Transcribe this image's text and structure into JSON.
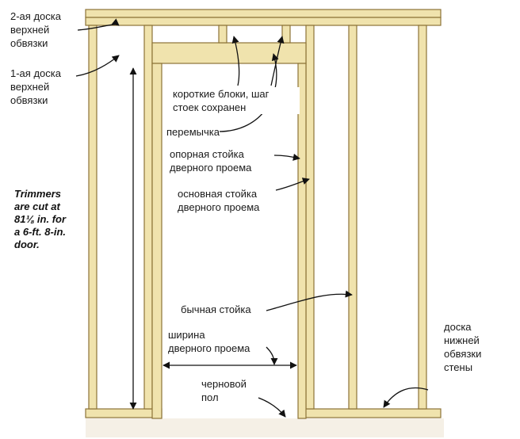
{
  "colors": {
    "wood": "#f0e3ad",
    "wood_edge": "#8c7338",
    "wood_dark": "#d9c47f",
    "line": "#111111",
    "floor": "#efe6d6"
  },
  "labels": {
    "top_plate_2": "2-ая доска\nверхней\nобвязки",
    "top_plate_1": "1-ая доска\nверхней\nобвязки",
    "cripples": "короткие блоки, шаг\nстоек сохранен",
    "header": "перемычка",
    "trimmer": "опорная стойка\nдверного проема",
    "king_stud": "основная стойка\nдверного проема",
    "common_stud": "бычная стойка",
    "opening_width": "ширина\nдверного проема",
    "subfloor": "черновой\nпол",
    "bottom_plate": "доска\nнижней\nобвязки\nстены"
  },
  "note": {
    "trimmer_length": "Trimmers\nare cut at\n81⅛ in. for\na 6-ft. 8-in.\ndoor."
  }
}
